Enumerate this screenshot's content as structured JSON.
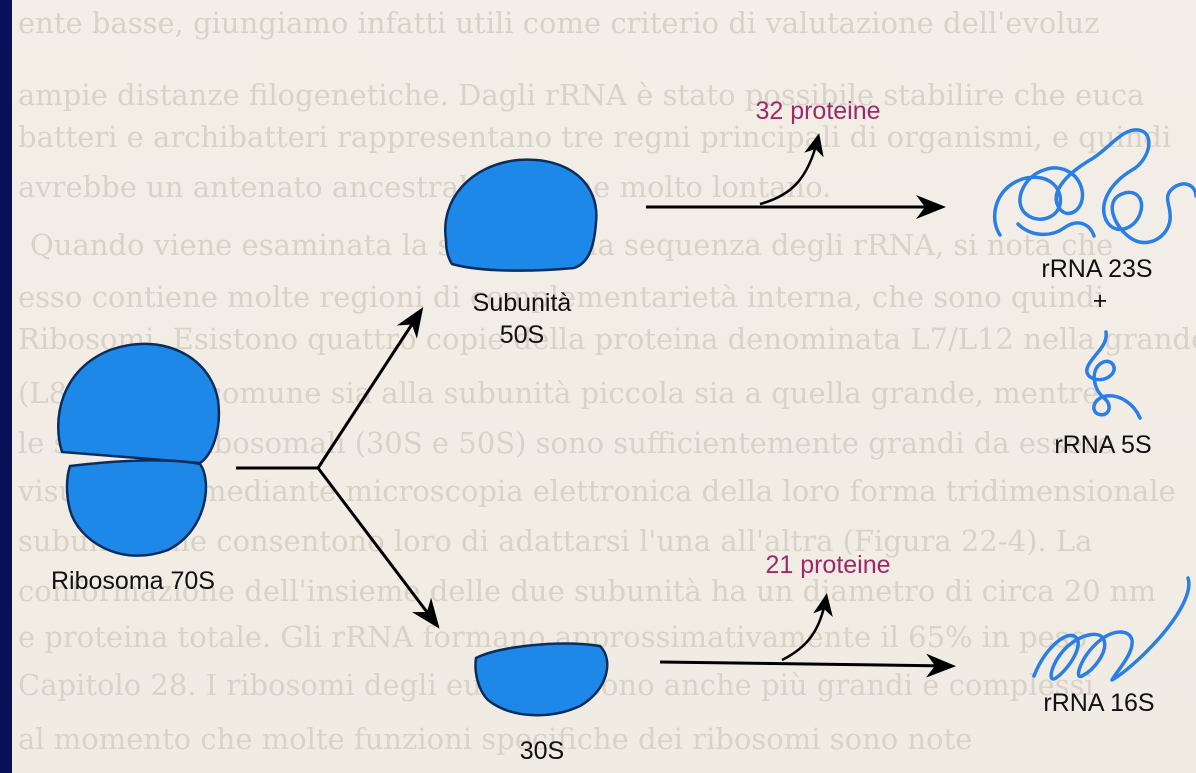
{
  "background_text": [
    "ente basse, giungiamo infatti utili come criterio di valutazione dell'evoluz",
    "ampie distanze filogenetiche. Dagli rRNA è stato possibile stabilire che euca",
    "batteri e archibatteri rappresentano tre regni principali di organismi, e quindi",
    "avrebbe un antenato ancestrale comune molto lontano.",
    "Quando viene esaminata la struttura, la sequenza degli rRNA, si nota che",
    "esso contiene molte regioni di complementarietà interna, che sono quindi",
    "Ribosomi. Esistono quattro copie della proteina denominata L7/L12 nella grande",
    "(L8 e L10) e comune sia alla subunità piccola sia a quella grande, mentre",
    "le subunità ribosomali (30S e 50S) sono sufficientemente grandi da essere",
    "visualizzate mediante microscopia elettronica della loro forma tridimensionale",
    "subunità che consentono loro di adattarsi l'una all'altra (Figura 22-4). La",
    "conformazione dell'insieme delle due subunità ha un diametro di circa 20 nm",
    "e proteina totale. Gli rRNA formano approssimativamente il 65% in peso",
    "Capitolo 28. I ribosomi degli eucarioti sono anche più grandi e complessi",
    "al momento che molte funzioni specifiche dei ribosomi sono note"
  ],
  "diagram": {
    "ribosome_label": "Ribosoma 70S",
    "large_subunit_label_line1": "Subunità",
    "large_subunit_label_line2": "50S",
    "small_subunit_label": "30S",
    "large_proteins_label": "32 proteine",
    "small_proteins_label": "21 proteine",
    "rrna_23s_label": "rRNA 23S",
    "plus_sign": "+",
    "rrna_5s_label": "rRNA 5S",
    "rrna_16s_label": "rRNA 16S"
  },
  "colors": {
    "subunit_fill": "#1e88e8",
    "rna_stroke": "#2a7fe6",
    "protein_label": "#9c2a6a",
    "frame": "#0a0f5a",
    "paper": "#f2ede6"
  }
}
